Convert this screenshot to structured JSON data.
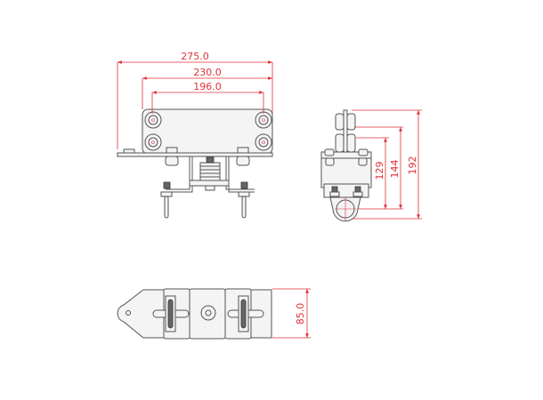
{
  "dimensions": {
    "front_view": {
      "overall_width": "275.0",
      "plate_width": "230.0",
      "bolt_spacing": "196.0"
    },
    "side_view": {
      "height_1": "129",
      "height_2": "144",
      "height_3": "192"
    },
    "top_view": {
      "width": "85.0"
    }
  },
  "colors": {
    "dimension": "#e0303a",
    "outline": "#555555"
  }
}
